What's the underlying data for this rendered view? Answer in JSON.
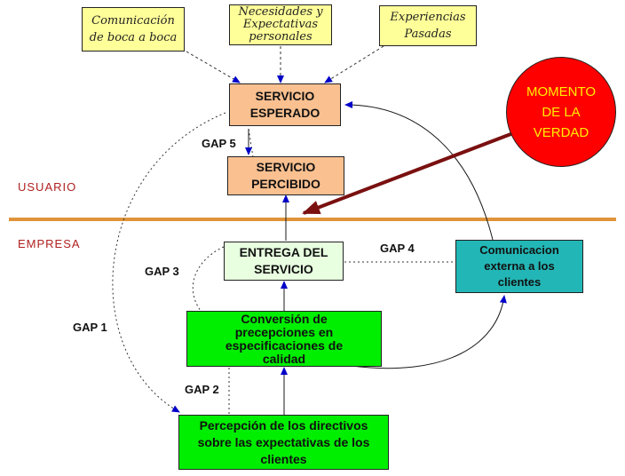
{
  "inputs": {
    "word_of_mouth": "Comunicación\nde boca a boca",
    "personal_needs": "Necesidades y\nExpectativas\npersonales",
    "past_experience": "Experiencias\nPasadas"
  },
  "moment_of_truth": "MOMENTO\nDE LA\nVERDAD",
  "labels": {
    "user": "USUARIO",
    "company": "EMPRESA"
  },
  "boxes": {
    "expected_service": "SERVICIO\nESPERADO",
    "perceived_service": "SERVICIO\nPERCIBIDO",
    "service_delivery": "ENTREGA DEL\nSERVICIO",
    "external_communication": "Comunicacion\nexterna a los\nclientes",
    "conversion": "Conversión de\nprecepciones en\nespecificaciones de\ncalidad",
    "management_perception": "Percepción de los directivos\nsobre las expectativas de los\nclientes"
  },
  "gaps": {
    "gap1": "GAP 1",
    "gap2": "GAP 2",
    "gap3": "GAP 3",
    "gap4": "GAP 4",
    "gap5": "GAP 5"
  },
  "colors": {
    "divider": "#e0943a",
    "solid_arrow": "#1a1a1a",
    "arrowhead": "#0000c8",
    "moment_arrow": "#7a1010",
    "moment_fill": "#ff0000",
    "moment_text": "#ffee00"
  }
}
